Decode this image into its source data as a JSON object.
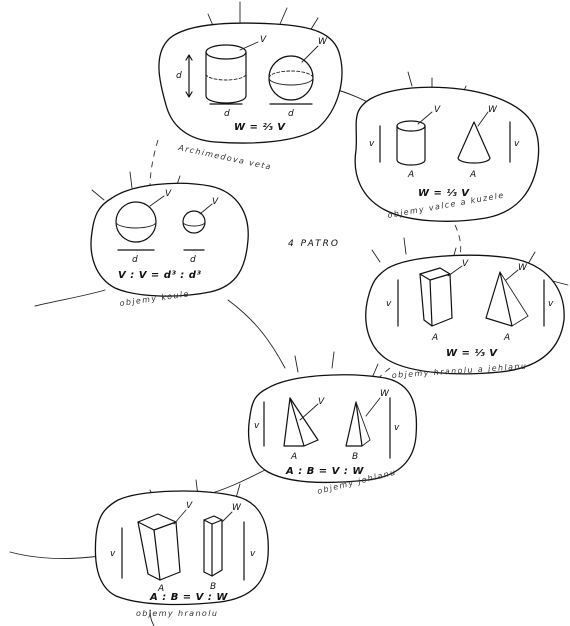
{
  "center_label": "4 PATRO",
  "rooms": {
    "archimedes": {
      "caption": "Archimedova veta",
      "formula": "W = ⅔ V",
      "labels": {
        "cyl_v": "V",
        "sph_w": "W",
        "height": "d",
        "width_a": "d",
        "width_b": "d"
      }
    },
    "cylinder_cone": {
      "caption": "objemy valce a kuzele",
      "formula": "W = ⅓ V",
      "labels": {
        "v": "V",
        "w": "W",
        "base_a": "A",
        "base_b": "A",
        "height_a": "v",
        "height_b": "v"
      }
    },
    "spheres": {
      "caption": "objemy koule",
      "formula": "V : V = d³ : d³",
      "labels": {
        "v_big": "V",
        "v_small": "V",
        "d_big": "d",
        "d_small": "d"
      }
    },
    "prism_pyramid": {
      "caption": "objemy hranolu a jehlanu",
      "formula": "W = ⅓ V",
      "labels": {
        "v": "V",
        "w": "W",
        "base_a": "A",
        "base_b": "A",
        "height_a": "v",
        "height_b": "v"
      }
    },
    "pyramids": {
      "caption": "objemy jehlanu",
      "formula": "A : B = V : W",
      "labels": {
        "v": "V",
        "w": "W",
        "base_a": "A",
        "base_b": "B",
        "height_a": "v",
        "height_b": "v"
      }
    },
    "prisms": {
      "caption": "objemy hranolu",
      "formula": "A : B = V : W",
      "labels": {
        "v": "V",
        "w": "W",
        "base_a": "A",
        "base_b": "B",
        "height_a": "v",
        "height_b": "v"
      }
    }
  }
}
